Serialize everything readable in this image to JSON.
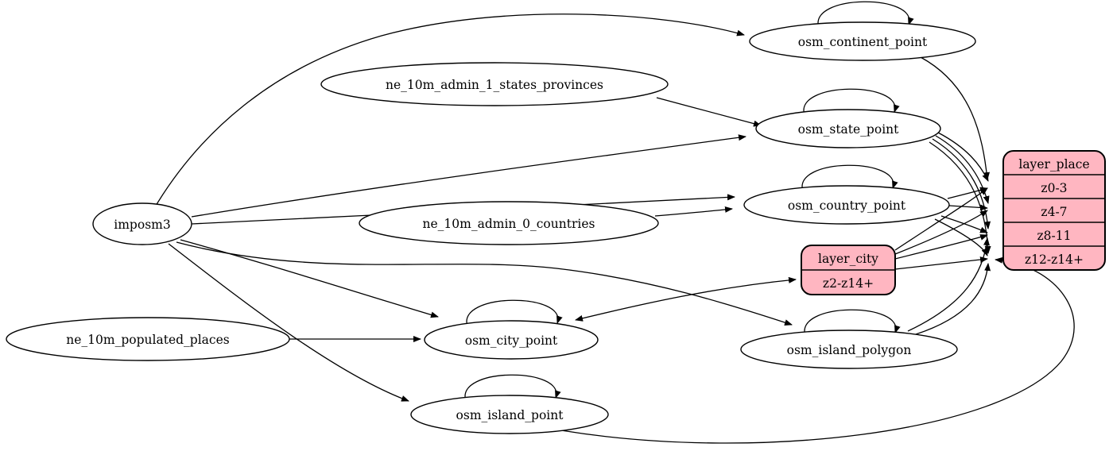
{
  "diagram": {
    "type": "etl-graph",
    "background_color": "#ffffff",
    "edge_color": "#000000",
    "table_fill_color": "#ffffff",
    "layer_fill_color": "#ffb6c1",
    "nodes": {
      "imposm3": {
        "label": "imposm3",
        "shape": "ellipse"
      },
      "ne_10m_admin_1_states_provinces": {
        "label": "ne_10m_admin_1_states_provinces",
        "shape": "ellipse"
      },
      "ne_10m_admin_0_countries": {
        "label": "ne_10m_admin_0_countries",
        "shape": "ellipse"
      },
      "ne_10m_populated_places": {
        "label": "ne_10m_populated_places",
        "shape": "ellipse"
      },
      "osm_continent_point": {
        "label": "osm_continent_point",
        "shape": "ellipse"
      },
      "osm_state_point": {
        "label": "osm_state_point",
        "shape": "ellipse"
      },
      "osm_country_point": {
        "label": "osm_country_point",
        "shape": "ellipse"
      },
      "osm_city_point": {
        "label": "osm_city_point",
        "shape": "ellipse"
      },
      "osm_island_polygon": {
        "label": "osm_island_polygon",
        "shape": "ellipse"
      },
      "osm_island_point": {
        "label": "osm_island_point",
        "shape": "ellipse"
      }
    },
    "records": {
      "layer_city": {
        "title": "layer_city",
        "rows": [
          "z2-z14+"
        ]
      },
      "layer_place": {
        "title": "layer_place",
        "rows": [
          "z0-3",
          "z4-7",
          "z8-11",
          "z12-z14+"
        ]
      }
    },
    "edges": [
      {
        "from": "imposm3",
        "to": "osm_continent_point"
      },
      {
        "from": "imposm3",
        "to": "osm_state_point"
      },
      {
        "from": "imposm3",
        "to": "osm_country_point"
      },
      {
        "from": "imposm3",
        "to": "osm_city_point"
      },
      {
        "from": "imposm3",
        "to": "osm_island_polygon"
      },
      {
        "from": "imposm3",
        "to": "osm_island_point"
      },
      {
        "from": "ne_10m_admin_1_states_provinces",
        "to": "osm_state_point"
      },
      {
        "from": "ne_10m_admin_0_countries",
        "to": "osm_country_point"
      },
      {
        "from": "ne_10m_populated_places",
        "to": "osm_city_point"
      },
      {
        "from": "osm_continent_point",
        "to": "osm_continent_point",
        "self_loop": true
      },
      {
        "from": "osm_state_point",
        "to": "osm_state_point",
        "self_loop": true
      },
      {
        "from": "osm_country_point",
        "to": "osm_country_point",
        "self_loop": true
      },
      {
        "from": "osm_city_point",
        "to": "osm_city_point",
        "self_loop": true
      },
      {
        "from": "osm_island_polygon",
        "to": "osm_island_polygon",
        "self_loop": true
      },
      {
        "from": "osm_island_point",
        "to": "osm_island_point",
        "self_loop": true
      },
      {
        "from": "osm_continent_point",
        "to": "layer_place:z0-3"
      },
      {
        "from": "osm_state_point",
        "to": "layer_place:z0-3"
      },
      {
        "from": "osm_state_point",
        "to": "layer_place:z4-7"
      },
      {
        "from": "osm_state_point",
        "to": "layer_place:z8-11"
      },
      {
        "from": "osm_state_point",
        "to": "layer_place:z12-z14+"
      },
      {
        "from": "osm_country_point",
        "to": "layer_place:z0-3"
      },
      {
        "from": "osm_country_point",
        "to": "layer_place:z4-7"
      },
      {
        "from": "osm_country_point",
        "to": "layer_place:z8-11"
      },
      {
        "from": "osm_country_point",
        "to": "layer_place:z12-z14+"
      },
      {
        "from": "osm_city_point",
        "to": "layer_city:z2-z14+",
        "bidirectional": true
      },
      {
        "from": "layer_city",
        "to": "layer_place:z0-3"
      },
      {
        "from": "layer_city",
        "to": "layer_place:z4-7"
      },
      {
        "from": "layer_city",
        "to": "layer_place:z8-11"
      },
      {
        "from": "layer_city",
        "to": "layer_place:z12-z14+"
      },
      {
        "from": "osm_island_polygon",
        "to": "layer_place:z8-11"
      },
      {
        "from": "osm_island_polygon",
        "to": "layer_place:z12-z14+"
      },
      {
        "from": "osm_island_point",
        "to": "layer_place:z12-z14+"
      }
    ]
  }
}
